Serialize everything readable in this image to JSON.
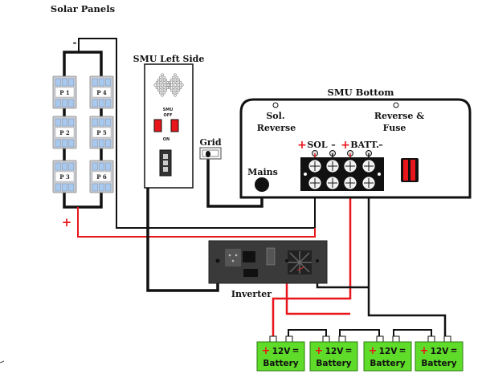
{
  "title": "Solar Panels",
  "colors": {
    "positive_wire": "#e8161b",
    "negative_wire": "#111111",
    "battery_fill": "#5fdc2a",
    "panel_cell": "#a9c9ef",
    "panel_frame": "#c9ccd2",
    "inverter_body": "#3a3a3a",
    "switch_red": "#e8161b"
  },
  "solar_panels": {
    "label": "Solar Panels",
    "negative_sign": "-",
    "positive_sign": "+",
    "panels": [
      "P 1",
      "P 2",
      "P 3",
      "P 4",
      "P 5",
      "P 6"
    ]
  },
  "smu_left": {
    "label": "SMU Left Side",
    "switch_label_top": "SMU",
    "switch_label_off": "OFF",
    "switch_label_on": "ON"
  },
  "grid": {
    "label": "Grid"
  },
  "smu_bottom": {
    "label": "SMU Bottom",
    "sol_reverse_line1": "Sol.",
    "sol_reverse_line2": "Reverse",
    "reverse_fuse_line1": "Reverse &",
    "reverse_fuse_line2": "Fuse",
    "mains_label": "Mains",
    "terminal_plus_1": "+",
    "terminal_sol": "SOL",
    "terminal_minus_1": "–",
    "terminal_plus_2": "+",
    "terminal_batt": "BATT.",
    "terminal_minus_2": "–"
  },
  "inverter": {
    "label": "Inverter"
  },
  "batteries": [
    {
      "plus": "+",
      "voltage": "12V",
      "minus": "=",
      "label": "Battery"
    },
    {
      "plus": "+",
      "voltage": "12V",
      "minus": "=",
      "label": "Battery"
    },
    {
      "plus": "+",
      "voltage": "12V",
      "minus": "=",
      "label": "Battery"
    },
    {
      "plus": "+",
      "voltage": "12V",
      "minus": "=",
      "label": "Battery"
    }
  ]
}
